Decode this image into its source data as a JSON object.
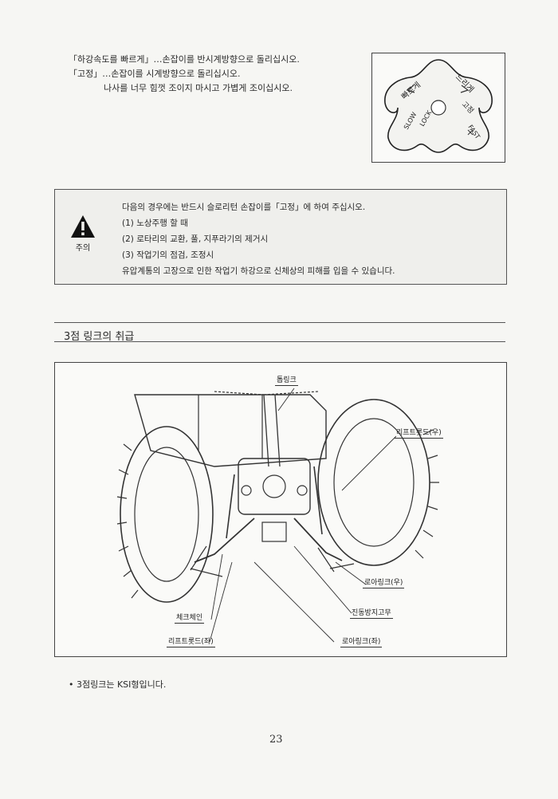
{
  "instructions": [
    "「하강속도를 빠르게」…손잡이를 반시계방향으로 돌리십시오.",
    "「고정」…손잡이를 시계방향으로 돌리십시오.",
    "나사를 너무 힘껏 조이지 마시고 가볍게 조이십시오."
  ],
  "knob": {
    "label_fast_kr": "빠르게",
    "label_slow_kr": "느리게",
    "label_lock_kr": "고정",
    "label_slow": "SLOW",
    "label_lock": "LOCK",
    "label_fast": "FAST"
  },
  "caution": {
    "icon": "warning-triangle-icon",
    "label": "주의",
    "intro": "다음의 경우에는 반드시 슬로리턴 손잡이를「고정」에 하여 주십시오.",
    "items": [
      "(1)  노상주행 할 때",
      "(2)  로타리의 교환, 풀, 지푸라기의 제거시",
      "(3)  작업기의 점검, 조정시"
    ],
    "footer": "유압계통의 고장으로 인한 작업기 하강으로 신체상의 피해를 입을 수 있습니다."
  },
  "section_title": "3점 링크의 취급",
  "figure": {
    "top_link": "톱링크",
    "lift_rod_right": "리프트롯드(우)",
    "lower_link_right": "로아링크(우)",
    "anti_vibration_rubber": "진동방지고무",
    "lower_link_left": "로아링크(좌)",
    "check_chain": "체크체인",
    "lift_rod_left": "리프트롯드(좌)"
  },
  "note": "• 3점링크는 KSI형입니다.",
  "page_number": "23"
}
